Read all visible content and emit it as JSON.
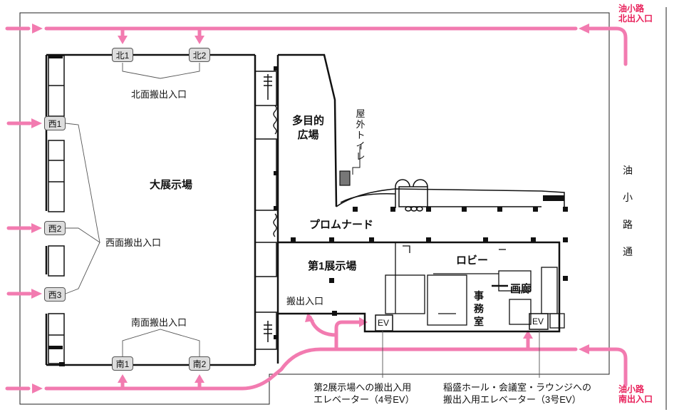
{
  "labels": {
    "north_exit": "油小路\n北出入口",
    "south_exit": "油小路\n南出入口",
    "street": "油小路通",
    "north_entrance": "北面搬出入口",
    "west_entrance": "西面搬出入口",
    "south_entrance": "南面搬出入口",
    "main_hall": "大展示場",
    "multi_plaza": "多目的\n広場",
    "outdoor_toilet": "屋外トイレ",
    "promenade": "プロムナード",
    "hall1": "第1展示場",
    "lobby": "ロビー",
    "gallery": "画廊",
    "office": "事務室",
    "loading_entrance": "搬出入口",
    "ev_left": "EV",
    "ev_right": "EV",
    "note_ev4": "第2展示場への搬出入用\nエレベーター（4号EV）",
    "note_ev3": "稲盛ホール・会議室・ラウンジへの\n搬出入用エレベーター（3号EV）"
  },
  "gates": {
    "n1": "北1",
    "n2": "北2",
    "w1": "西1",
    "w2": "西2",
    "w3": "西3",
    "s1": "南1",
    "s2": "南2"
  },
  "colors": {
    "route": "#f27bb0",
    "text_red": "#e8205a",
    "wall": "#111111",
    "gate_bg": "#dddddd"
  }
}
